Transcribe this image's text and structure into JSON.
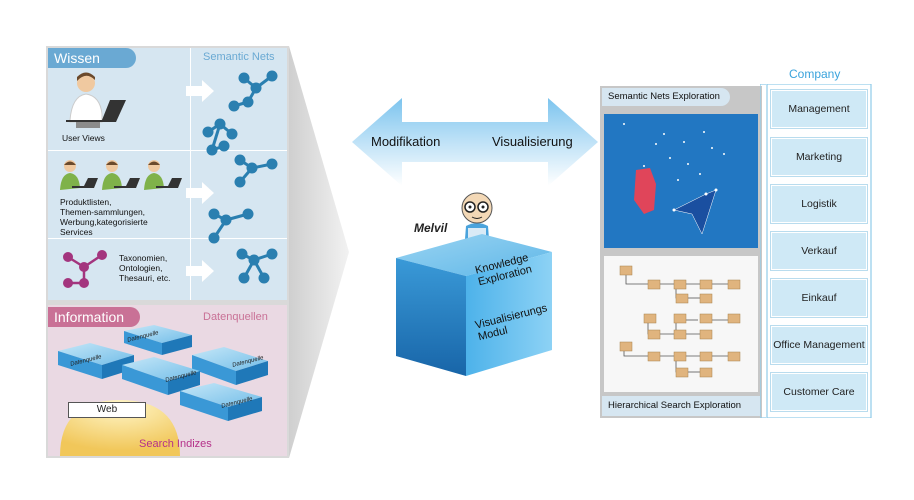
{
  "wissen": {
    "title": "Wissen",
    "semantic_nets_label": "Semantic Nets",
    "user_views": "User Views",
    "produkt_line1": "Produktlisten,",
    "produkt_line2": "Themen-sammlungen,",
    "produkt_line3": "Werbung,kategorisierte",
    "produkt_line4": "Services",
    "tax_line1": "Taxonomien,",
    "tax_line2": "Ontologien,",
    "tax_line3": "Thesauri, etc."
  },
  "information": {
    "title": "Information",
    "datenquellen_label": "Datenquellen",
    "datenquelle": "Datenquelle",
    "web": "Web",
    "search_indizes": "Search Indizes"
  },
  "center": {
    "modifikation": "Modifikation",
    "visualisierung": "Visualisierung",
    "melvil": "Melvil",
    "knowledge_line1": "Knowledge",
    "knowledge_line2": "Exploration",
    "vis_line1": "Visualisierungs",
    "vis_line2": "Modul"
  },
  "exploration": {
    "semantic_title": "Semantic Nets Exploration",
    "hierarchical_title": "Hierarchical Search Exploration"
  },
  "company": {
    "title": "Company",
    "items": [
      "Management",
      "Marketing",
      "Logistik",
      "Verkauf",
      "Einkauf",
      "Office Management",
      "Customer Care"
    ]
  },
  "colors": {
    "wissen_tab": "#6aa9d3",
    "information_tab": "#c97196",
    "cube_front": "#1d7bc4",
    "arrow": "#a6d5f1",
    "company_box": "#cfe9f6",
    "node": "#2a7fb0"
  }
}
